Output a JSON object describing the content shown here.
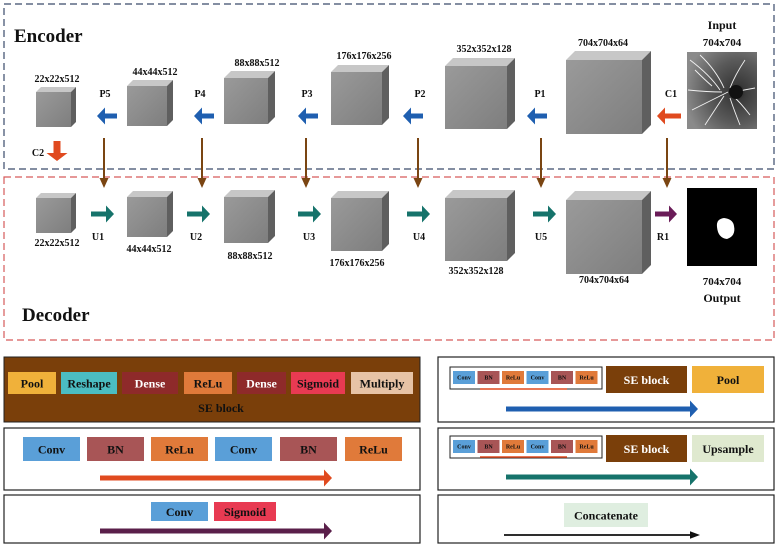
{
  "encoder": {
    "title": "Encoder",
    "input_label": "Input",
    "input_size": "704x704",
    "cubes": [
      {
        "size": "704x704x64"
      },
      {
        "size": "352x352x128"
      },
      {
        "size": "176x176x256"
      },
      {
        "size": "88x88x512"
      },
      {
        "size": "44x44x512"
      },
      {
        "size": "22x22x512"
      }
    ],
    "arrows": [
      "C1",
      "P1",
      "P2",
      "P3",
      "P4",
      "P5"
    ],
    "down_arrow": "C2"
  },
  "decoder": {
    "title": "Decoder",
    "output_label": "Output",
    "output_size": "704x704",
    "cubes": [
      {
        "size": "22x22x512"
      },
      {
        "size": "44x44x512"
      },
      {
        "size": "88x88x512"
      },
      {
        "size": "176x176x256"
      },
      {
        "size": "352x352x128"
      },
      {
        "size": "704x704x64"
      }
    ],
    "arrows": [
      "U1",
      "U2",
      "U3",
      "U4",
      "U5",
      "R1"
    ]
  },
  "legend": {
    "se_block": {
      "caption": "SE block",
      "items": [
        "Pool",
        "Reshape",
        "Dense",
        "ReLu",
        "Dense",
        "Sigmoid",
        "Multiply"
      ]
    },
    "conv_block": {
      "items": [
        "Conv",
        "BN",
        "ReLu",
        "Conv",
        "BN",
        "ReLu"
      ]
    },
    "conv_sigmoid": {
      "items": [
        "Conv",
        "Sigmoid"
      ]
    },
    "pool_block": {
      "mini": [
        "Conv",
        "BN",
        "ReLu",
        "Conv",
        "BN",
        "ReLu"
      ],
      "se": "SE block",
      "end": "Pool"
    },
    "upsample_block": {
      "mini": [
        "Conv",
        "BN",
        "ReLu",
        "Conv",
        "BN",
        "ReLu"
      ],
      "se": "SE block",
      "end": "Upsample"
    },
    "concatenate": {
      "label": "Concatenate"
    }
  },
  "colors": {
    "pool": "#f0b13a",
    "reshape": "#4bbdc2",
    "dense": "#8e2a2a",
    "relu": "#e07a3a",
    "sigmoid": "#e83a52",
    "multiply": "#e7c3a6",
    "conv": "#5a9fd8",
    "bn": "#a85556",
    "se_bg": "#7a3f0a",
    "upsample": "#dfe9cf",
    "concat": "#dfeee0",
    "pool_arrow": "#1f5fb0",
    "conv_arrow": "#e04a1f",
    "sigmoid_arrow": "#5a1f4a",
    "up_arrow": "#16736b",
    "skip_arrow": "#7a4512",
    "r1_arrow": "#6a1c58"
  }
}
